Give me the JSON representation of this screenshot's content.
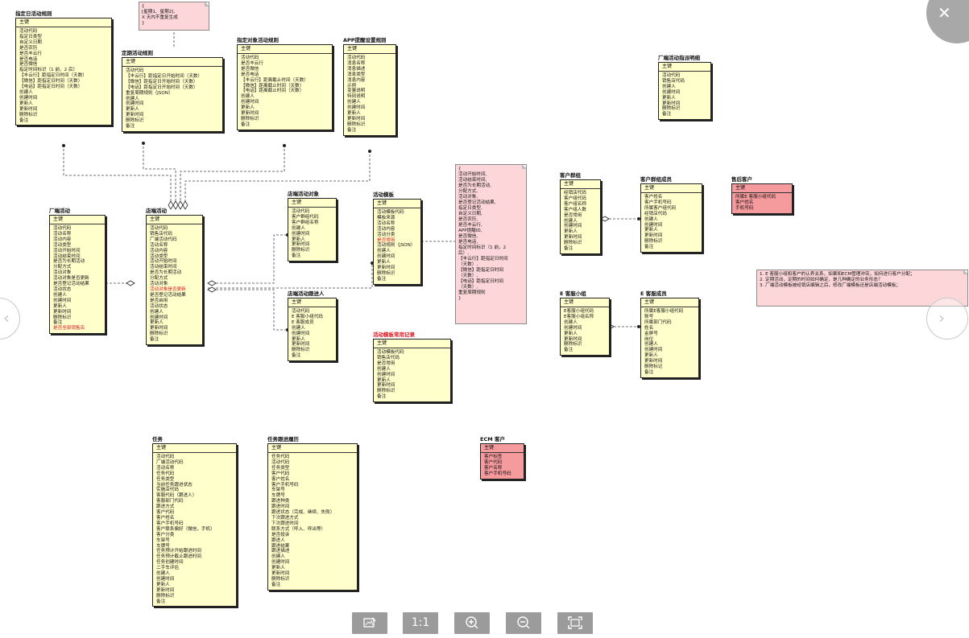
{
  "window": {
    "close_icon": "close-icon",
    "prev_icon": "arrow-left-icon",
    "next_icon": "arrow-right-icon"
  },
  "toolbar": {
    "ratio_label": "1:1"
  },
  "entities": [
    {
      "id": "e1",
      "title": "指定日活动规则",
      "key": "主键",
      "red": false,
      "fields": [
        "活动代码",
        "指定日类型",
        "自定义日期",
        "是否农历",
        "是否丰云行",
        "是否电话",
        "是否微信",
        "指定时间标识（1 前、2 后）",
        "【丰云行】距指定日时间（天数）",
        "【微信】距指定日时间（天数）",
        "【电话】距指定日时间（天数）",
        "创建人",
        "创建时间",
        "更新人",
        "更新时间",
        "删除标识",
        "备注"
      ]
    },
    {
      "id": "e2",
      "title": "定期活动规则",
      "key": "主键",
      "red": false,
      "fields": [
        "活动代码",
        "【丰云行】距指定日开始时间（天数）",
        "【微信】距指定日开始时间（天数）",
        "【电话】距指定日开始时间（天数）",
        "重复周期规则（JSON）",
        "创建人",
        "创建时间",
        "更新人",
        "更新时间",
        "删除标识",
        "备注"
      ]
    },
    {
      "id": "e3",
      "title": "指定对象活动规则",
      "key": "主键",
      "red": false,
      "fields": [
        "活动代码",
        "是否丰云行",
        "是否微信",
        "是否电话",
        "【丰云行】距离截止时间（天数）",
        "【微信】距离截止时间（天数）",
        "【电话】距离截止时间（天数）",
        "创建人",
        "创建时间",
        "更新人",
        "更新时间",
        "删除标识",
        "备注"
      ]
    },
    {
      "id": "e4",
      "title": "APP提醒设置规则",
      "key": "主键",
      "red": false,
      "fields": [
        "活动代码",
        "消息名称",
        "消息描述",
        "消息类型",
        "消息内容",
        "示例",
        "变量说明",
        "特别说明",
        "创建人",
        "创建时间",
        "更新人",
        "更新时间",
        "删除标识",
        "备注"
      ]
    },
    {
      "id": "e5",
      "title": "厂端活动指派明细",
      "key": "主键",
      "red": false,
      "fields": [
        "活动代码",
        "销售店代码",
        "创建人",
        "创建时间",
        "更新人",
        "更新时间",
        "删除标识",
        "备注"
      ]
    },
    {
      "id": "e6",
      "title": "厂端活动",
      "key": "主键",
      "red": false,
      "fields": [
        {
          "t": "活动代码"
        },
        {
          "t": "活动名称"
        },
        {
          "t": "活动内容"
        },
        {
          "t": "活动类型"
        },
        {
          "t": "活动开始时间"
        },
        {
          "t": "活动结束时间"
        },
        {
          "t": "是否为长期活动"
        },
        {
          "t": "分配方式"
        },
        {
          "t": "活动对象"
        },
        {
          "t": "活动对象是否更新"
        },
        {
          "t": "是否登记活动结果"
        },
        {
          "t": "活动状态"
        },
        {
          "t": "创建人"
        },
        {
          "t": "创建时间"
        },
        {
          "t": "更新人"
        },
        {
          "t": "更新时间"
        },
        {
          "t": "删除标识"
        },
        {
          "t": "备注"
        },
        {
          "t": "是否全部销售店",
          "red": true
        }
      ]
    },
    {
      "id": "e7",
      "title": "店端活动",
      "key": "主键",
      "red": false,
      "fields": [
        {
          "t": "活动代码"
        },
        {
          "t": "销售店代码"
        },
        {
          "t": "厂端活动代码"
        },
        {
          "t": "活动名称"
        },
        {
          "t": "活动内容"
        },
        {
          "t": "活动类型"
        },
        {
          "t": "活动开始时间"
        },
        {
          "t": "活动结束时间"
        },
        {
          "t": "是否为长期活动"
        },
        {
          "t": "分配方式"
        },
        {
          "t": "活动对象"
        },
        {
          "t": "活动对象是否更新",
          "red": true
        },
        {
          "t": "是否登记活动结果"
        },
        {
          "t": "是否启用"
        },
        {
          "t": "活动状态"
        },
        {
          "t": "创建人"
        },
        {
          "t": "创建时间"
        },
        {
          "t": "更新人"
        },
        {
          "t": "更新时间"
        },
        {
          "t": "删除标识"
        },
        {
          "t": "备注"
        }
      ]
    },
    {
      "id": "e8",
      "title": "店端活动对象",
      "key": "主键",
      "red": false,
      "fields": [
        "活动代码",
        "客户群组代码",
        "客户群组名称",
        "创建人",
        "创建时间",
        "更新人",
        "更新时间",
        "删除标识",
        "备注"
      ]
    },
    {
      "id": "e9",
      "title": "店端活动跟进人",
      "key": "主键",
      "red": false,
      "fields": [
        "活动代码",
        "E 客服小组代码",
        "E 客服成员",
        "创建人",
        "创建时间",
        "更新人",
        "更新时间",
        "删除标识",
        "备注"
      ]
    },
    {
      "id": "e10",
      "title": "活动模板",
      "key": "主键",
      "red": false,
      "fields": [
        {
          "t": "活动模板代码"
        },
        {
          "t": "模板来源"
        },
        {
          "t": "活动名称"
        },
        {
          "t": "活动内容"
        },
        {
          "t": "活动分类"
        },
        {
          "t": "是否常用",
          "red": true
        },
        {
          "t": "活动规则（JSON）"
        },
        {
          "t": "创建人"
        },
        {
          "t": "创建时间"
        },
        {
          "t": "更新人"
        },
        {
          "t": "更新时间"
        },
        {
          "t": "删除标识"
        },
        {
          "t": "备注"
        }
      ]
    },
    {
      "id": "e11",
      "title": "活动模板常用记录",
      "title_red": true,
      "key": "主键",
      "red": false,
      "fields": [
        "活动模板代码",
        "销售店代码",
        "是否常用",
        "创建人",
        "创建时间",
        "更新人",
        "更新时间",
        "删除标识",
        "备注"
      ]
    },
    {
      "id": "e12",
      "title": "客户群组",
      "key": "主键",
      "red": false,
      "fields": [
        "经销店代码",
        "客户组代码",
        "客户组名称",
        "客户组人数",
        "是否常用",
        "创建人",
        "创建时间",
        "更新人",
        "更新时间",
        "删除标识",
        "备注"
      ]
    },
    {
      "id": "e13",
      "title": "客户群组成员",
      "key": "主键",
      "red": false,
      "fields": [
        "客户姓名",
        "客户手机号码",
        "所属客户组代码",
        "经销店代码",
        "创建人",
        "创建时间",
        "更新人",
        "更新时间",
        "删除标识",
        "备注"
      ]
    },
    {
      "id": "e14",
      "title": "售后客户",
      "key": "主键",
      "red": true,
      "fields": [
        "所属E 客服小组代码",
        "客户姓名",
        "手机号码"
      ]
    },
    {
      "id": "e15",
      "title": "E 客服小组",
      "key": "主键",
      "red": false,
      "fields": [
        "E客服小组代码",
        "E客服小组名称",
        "创建人",
        "创建时间",
        "更新人",
        "更新时间",
        "删除标识",
        "备注"
      ]
    },
    {
      "id": "e16",
      "title": "E 客服成员",
      "key": "主键",
      "red": false,
      "fields": [
        "所属E客服小组代码",
        "账号",
        "所属部门代码",
        "姓名",
        "金屏号",
        "岗位",
        "创建人",
        "创建时间",
        "更新人",
        "更新时间",
        "删除标记",
        "备注"
      ]
    },
    {
      "id": "e17",
      "title": "任务",
      "key": "主键",
      "red": false,
      "fields": [
        "活动代码",
        "厂端活动代码",
        "活动名称",
        "任务代码",
        "任务类型",
        "当前任务跟进状态",
        "实施店代码",
        "客服代码（跟进人）",
        "客服部门代码",
        "跟进方式",
        "客户代码",
        "客户姓名",
        "客户手机号码",
        "客户联系偏好（微信，手机）",
        "客户分类",
        "车架号",
        "车牌号",
        "任务预计开始跟进时间",
        "任务预计截止跟进时间",
        "任务创建时间",
        "二手车评估",
        "创建人",
        "创建时间",
        "更新人",
        "更新时间",
        "删除标识",
        "备注"
      ]
    },
    {
      "id": "e18",
      "title": "任务跟进履历",
      "key": "主键",
      "red": false,
      "fields": [
        "任务代码",
        "活动代码",
        "任务类型",
        "客户代码",
        "客户姓名",
        "客户手机号码",
        "车架号",
        "车牌号",
        "跟进种类",
        "跟进时间",
        "跟进状态（完成、继续、失败）",
        "下次跟进方式",
        "下次跟进时间",
        "联系方式（呼入、呼出等）",
        "是否投诉",
        "跟进人",
        "跟进结果",
        "跟进描述",
        "创建人",
        "创建时间",
        "更新人",
        "更新时间",
        "删除标识",
        "备注"
      ]
    },
    {
      "id": "e19",
      "title": "ECM 客户",
      "key": "主键",
      "red": true,
      "fields": [
        "客户标签",
        "客户代码",
        "客户名称",
        "客户手机号码"
      ]
    }
  ],
  "notes": [
    {
      "id": "n1",
      "text": "{\n[星期1、星期2],\nX 天内不重复生成\n}"
    },
    {
      "id": "n2",
      "text": "{\n活动开始时间,\n活动结束时间,\n是否为长期活动,\n分配方式,\n活动对象,\n是否登记活动结果,\n指定日类型,\n自定义日期,\n是否农历,\n是否丰云行,\nAPP提醒ID,\n是否微信,\n是否电话,\n指定时间标识（1 前，2\n后）,\n【丰云行】距指定日时间\n（天数）,\n【微信】距指定日时间\n（天数）,\n【电话】距指定日时间\n（天数）,\n重复周期规则\n}"
    },
    {
      "id": "n3",
      "text": "1. E 客服小组和客户的认养关系，如果和ECM管理冲突，如何进行客户分配；\n2. 定期活动，定期的时间如何确定，是几种确定的业务形态？\n3. 厂端活动模板被经销店编辑之后，修改厂端模板还是店端活动模板；"
    }
  ]
}
